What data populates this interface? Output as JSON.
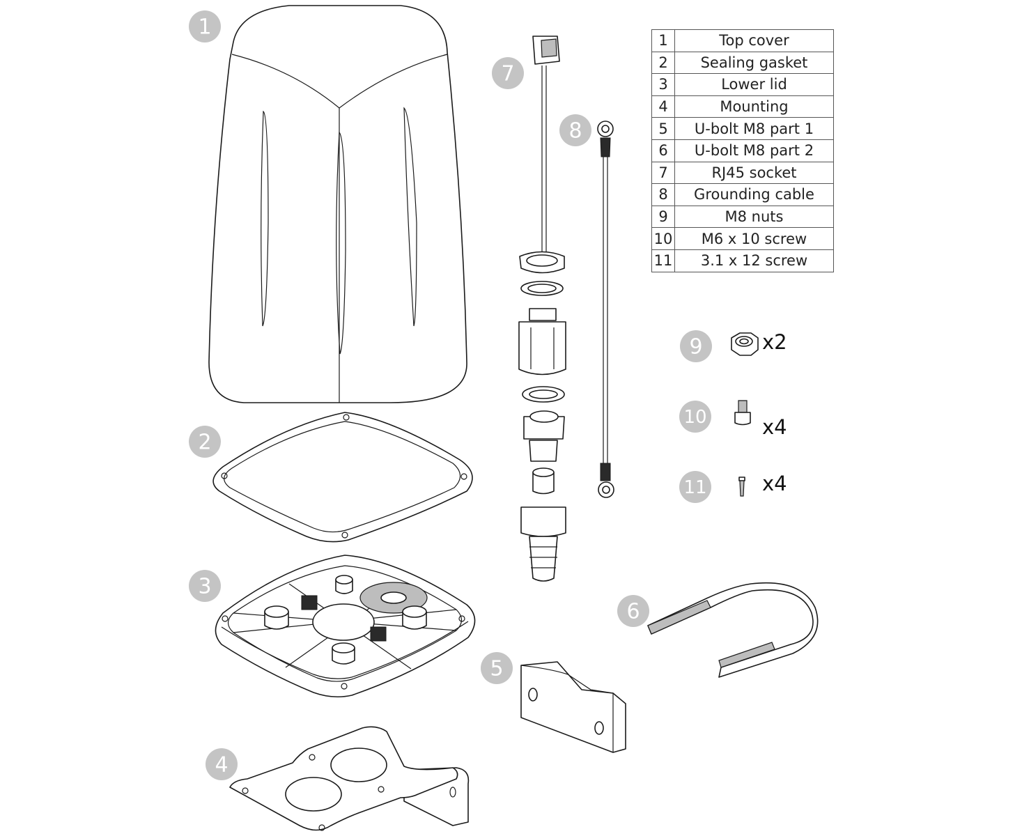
{
  "legend": [
    {
      "number": "1",
      "name": "Top cover"
    },
    {
      "number": "2",
      "name": "Sealing gasket"
    },
    {
      "number": "3",
      "name": "Lower lid"
    },
    {
      "number": "4",
      "name": "Mounting"
    },
    {
      "number": "5",
      "name": "U-bolt M8 part 1"
    },
    {
      "number": "6",
      "name": "U-bolt M8 part 2"
    },
    {
      "number": "7",
      "name": "RJ45 socket"
    },
    {
      "number": "8",
      "name": "Grounding cable"
    },
    {
      "number": "9",
      "name": "M8 nuts"
    },
    {
      "number": "10",
      "name": "M6 x 10 screw"
    },
    {
      "number": "11",
      "name": "3.1 x 12 screw"
    }
  ],
  "callouts": [
    "1",
    "2",
    "3",
    "4",
    "5",
    "6",
    "7",
    "8",
    "9",
    "10",
    "11"
  ],
  "quantities": {
    "nuts": "x2",
    "m6_screws": "x4",
    "small_screws": "x4"
  },
  "colors": {
    "callout_fill": "#c4c4c4",
    "line": "#1a1a1a",
    "background": "#ffffff"
  }
}
